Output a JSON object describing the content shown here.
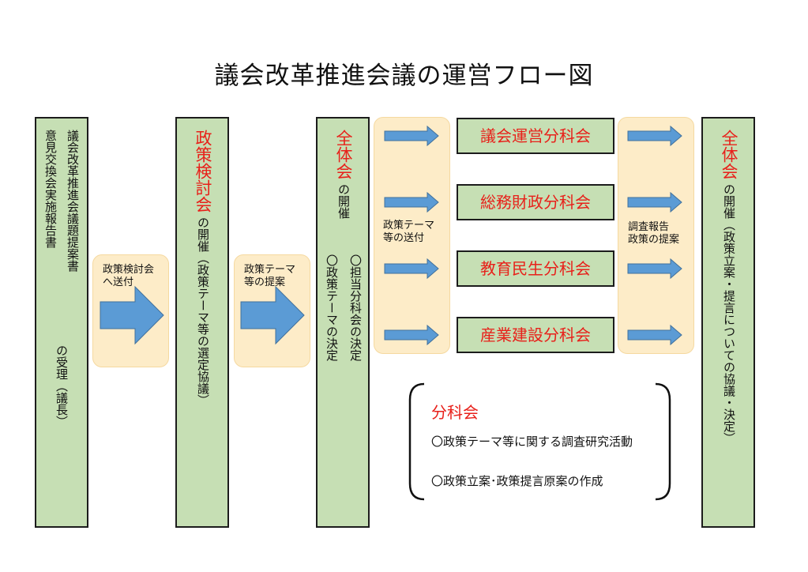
{
  "title": "議会改革推進会議の運営フロー図",
  "col1": {
    "line1": "議会改革推進会議題提案書",
    "line2": "意見交換会実施報告書",
    "line3": "の受理（議長）"
  },
  "arrow1_label": {
    "l1": "政策検討会",
    "l2": "へ送付"
  },
  "col2": {
    "heading": "政策検討会",
    "body": "の開催（政策テーマ等の選定協議）"
  },
  "arrow2_label": {
    "l1": "政策テーマ",
    "l2": "等の提案"
  },
  "col3": {
    "heading": "全体会",
    "body": "の開催",
    "item1": "〇担当分科会の決定",
    "item2": "〇政策テーマの決定"
  },
  "send_label": {
    "l1": "政策テーマ",
    "l2": "等の送付"
  },
  "subcommittees": [
    "議会運営分科会",
    "総務財政分科会",
    "教育民生分科会",
    "産業建設分科会"
  ],
  "report_label": {
    "l1": "調査報告",
    "l2": "政策の提案"
  },
  "col4": {
    "heading": "全体会",
    "body": "の開催（政策立案・提言についての協議・決定）"
  },
  "note": {
    "heading": "分科会",
    "items": [
      "〇政策テーマ等に関する調査研究活動",
      "〇政策立案･政策提言原案の作成"
    ]
  },
  "colors": {
    "column": "#c6dfb4",
    "bubble": "#fdecc8",
    "arrow": "#5b9bd5",
    "accent": "#e8201a"
  }
}
